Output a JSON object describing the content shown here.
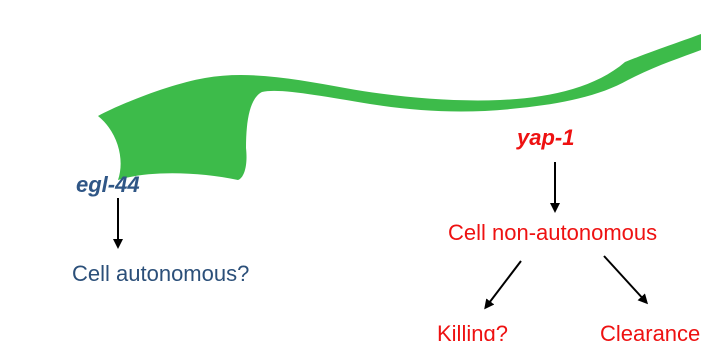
{
  "colors": {
    "worm": "#3dbb4a",
    "egl_text": "#2b4f79",
    "yap_text": "#ee1111",
    "arrows": "#000000",
    "background": "#ffffff"
  },
  "left_branch": {
    "gene": "egl-44",
    "outcome": "Cell autonomous?"
  },
  "right_branch": {
    "gene": "yap-1",
    "outcome": "Cell non-autonomous",
    "sub_left": "Killing?",
    "sub_right": "Clearance"
  }
}
